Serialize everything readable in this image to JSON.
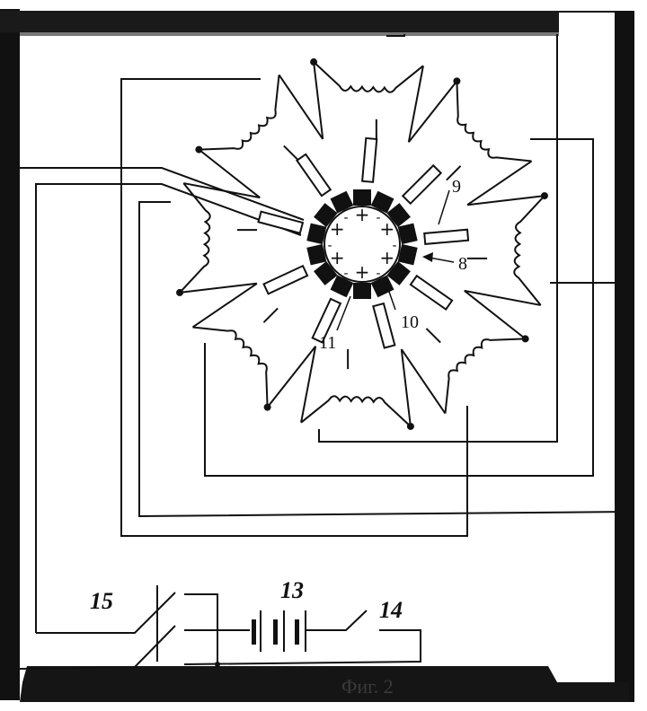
{
  "figure": {
    "caption": "Фиг. 2",
    "labels": {
      "rotor_ring": "8",
      "rod": "9",
      "magnet_block": "10",
      "rotor_core": "11",
      "battery": "13",
      "switch": "14",
      "double_switch": "15"
    },
    "rotor_polarity": [
      "+",
      "-",
      "+",
      "-",
      "+",
      "-",
      "+",
      "-",
      "+",
      "-",
      "+",
      "-"
    ]
  }
}
